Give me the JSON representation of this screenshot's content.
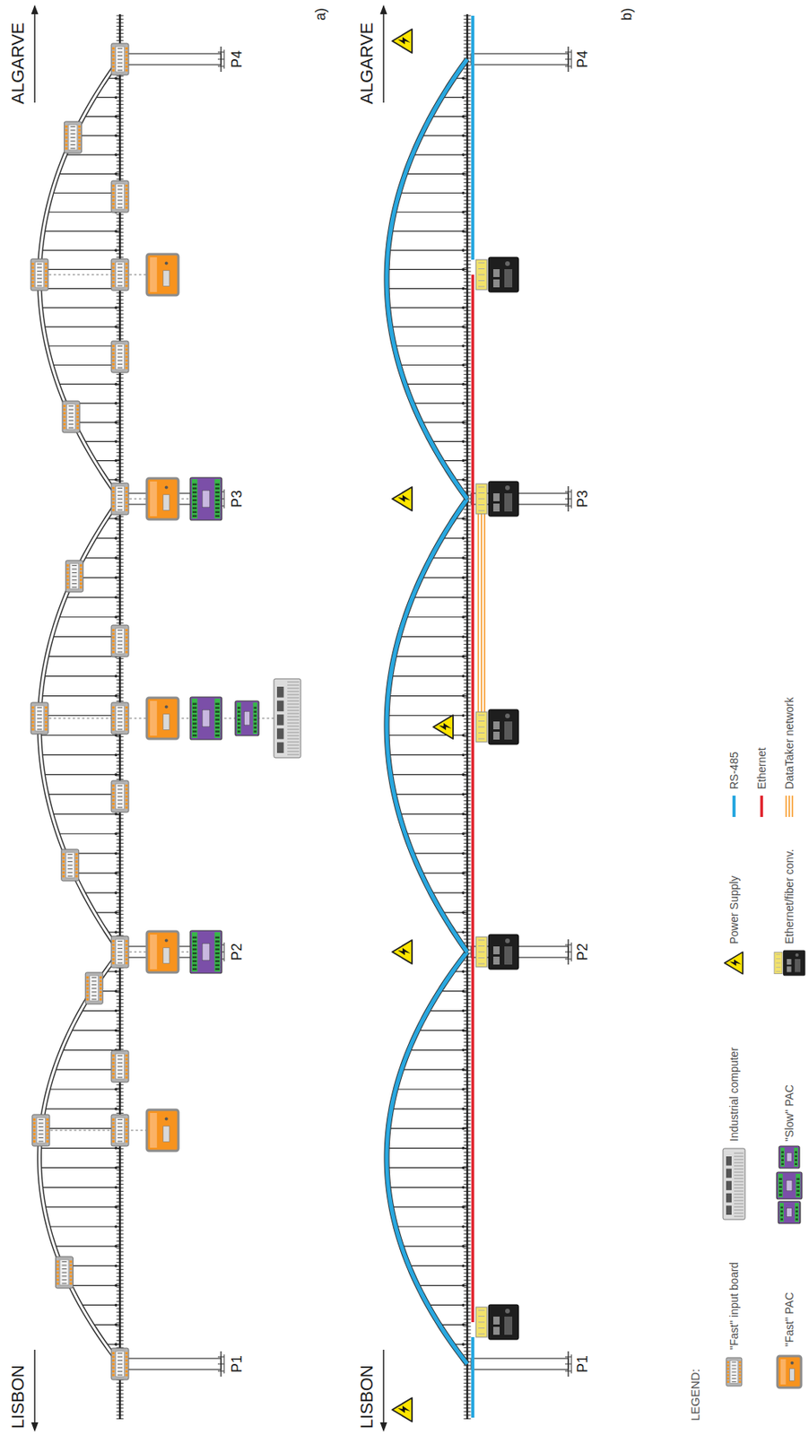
{
  "diagram": {
    "labels": [
      "LISBON",
      "ALGARVE",
      "a)",
      "P1",
      "P2",
      "P3",
      "P4",
      "LISBON",
      "ALGARVE",
      "b)",
      "P1",
      "P2",
      "P3",
      "P4",
      "LEGEND:"
    ],
    "legend": [
      {
        "text": "\"Fast\" input board"
      },
      {
        "text": "\"Fast\" PAC"
      },
      {
        "text": "Industrial computer"
      },
      {
        "text": "\"Slow\" PAC"
      },
      {
        "text": "Power Supply"
      },
      {
        "text": "Ethernet/fiber conv."
      },
      {
        "text": "RS-485"
      },
      {
        "text": "Ethernet"
      },
      {
        "text": "DataTaker network"
      }
    ]
  }
}
